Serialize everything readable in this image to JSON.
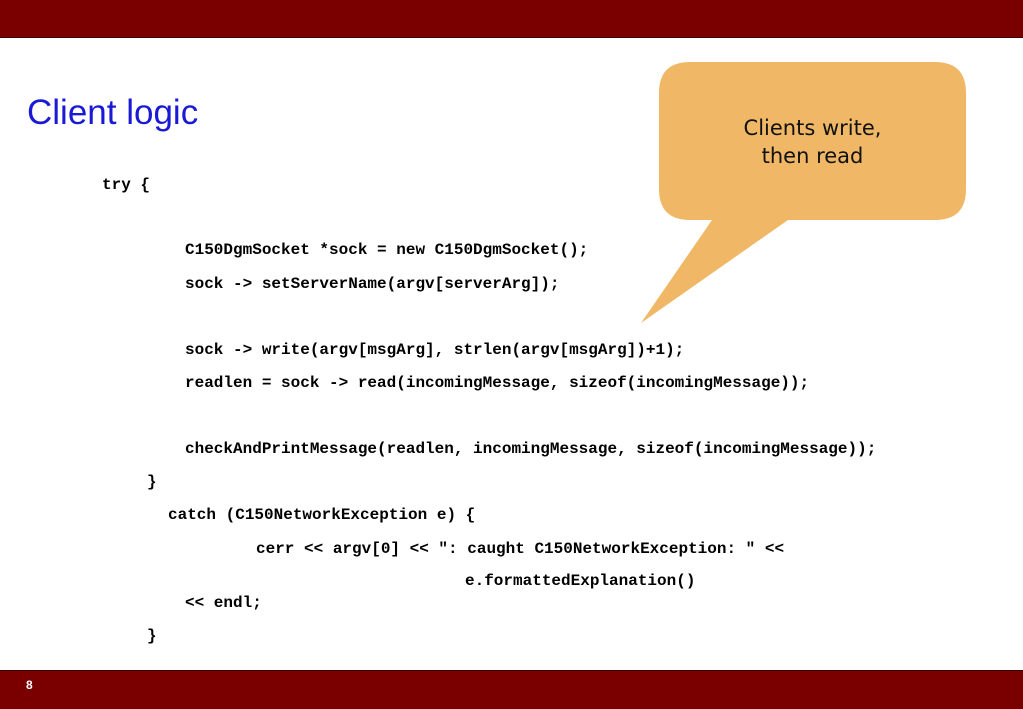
{
  "slide": {
    "title": "Client logic",
    "page_number": "8"
  },
  "callout": {
    "lines": [
      "Clients write,",
      "then read"
    ]
  },
  "code": {
    "lines": [
      "try {",
      "C150DgmSocket *sock = new C150DgmSocket();",
      "sock -> setServerName(argv[serverArg]);",
      "sock -> write(argv[msgArg], strlen(argv[msgArg])+1);",
      "readlen = sock -> read(incomingMessage, sizeof(incomingMessage));",
      "checkAndPrintMessage(readlen, incomingMessage, sizeof(incomingMessage));",
      "}",
      "catch (C150NetworkException e) {",
      "cerr << argv[0] << \": caught C150NetworkException: \" <<",
      "e.formattedExplanation()",
      "<< endl;",
      "}"
    ]
  },
  "colors": {
    "bar": "#7a0000",
    "title": "#1a1ad6",
    "callout_fill": "#f0b866"
  }
}
